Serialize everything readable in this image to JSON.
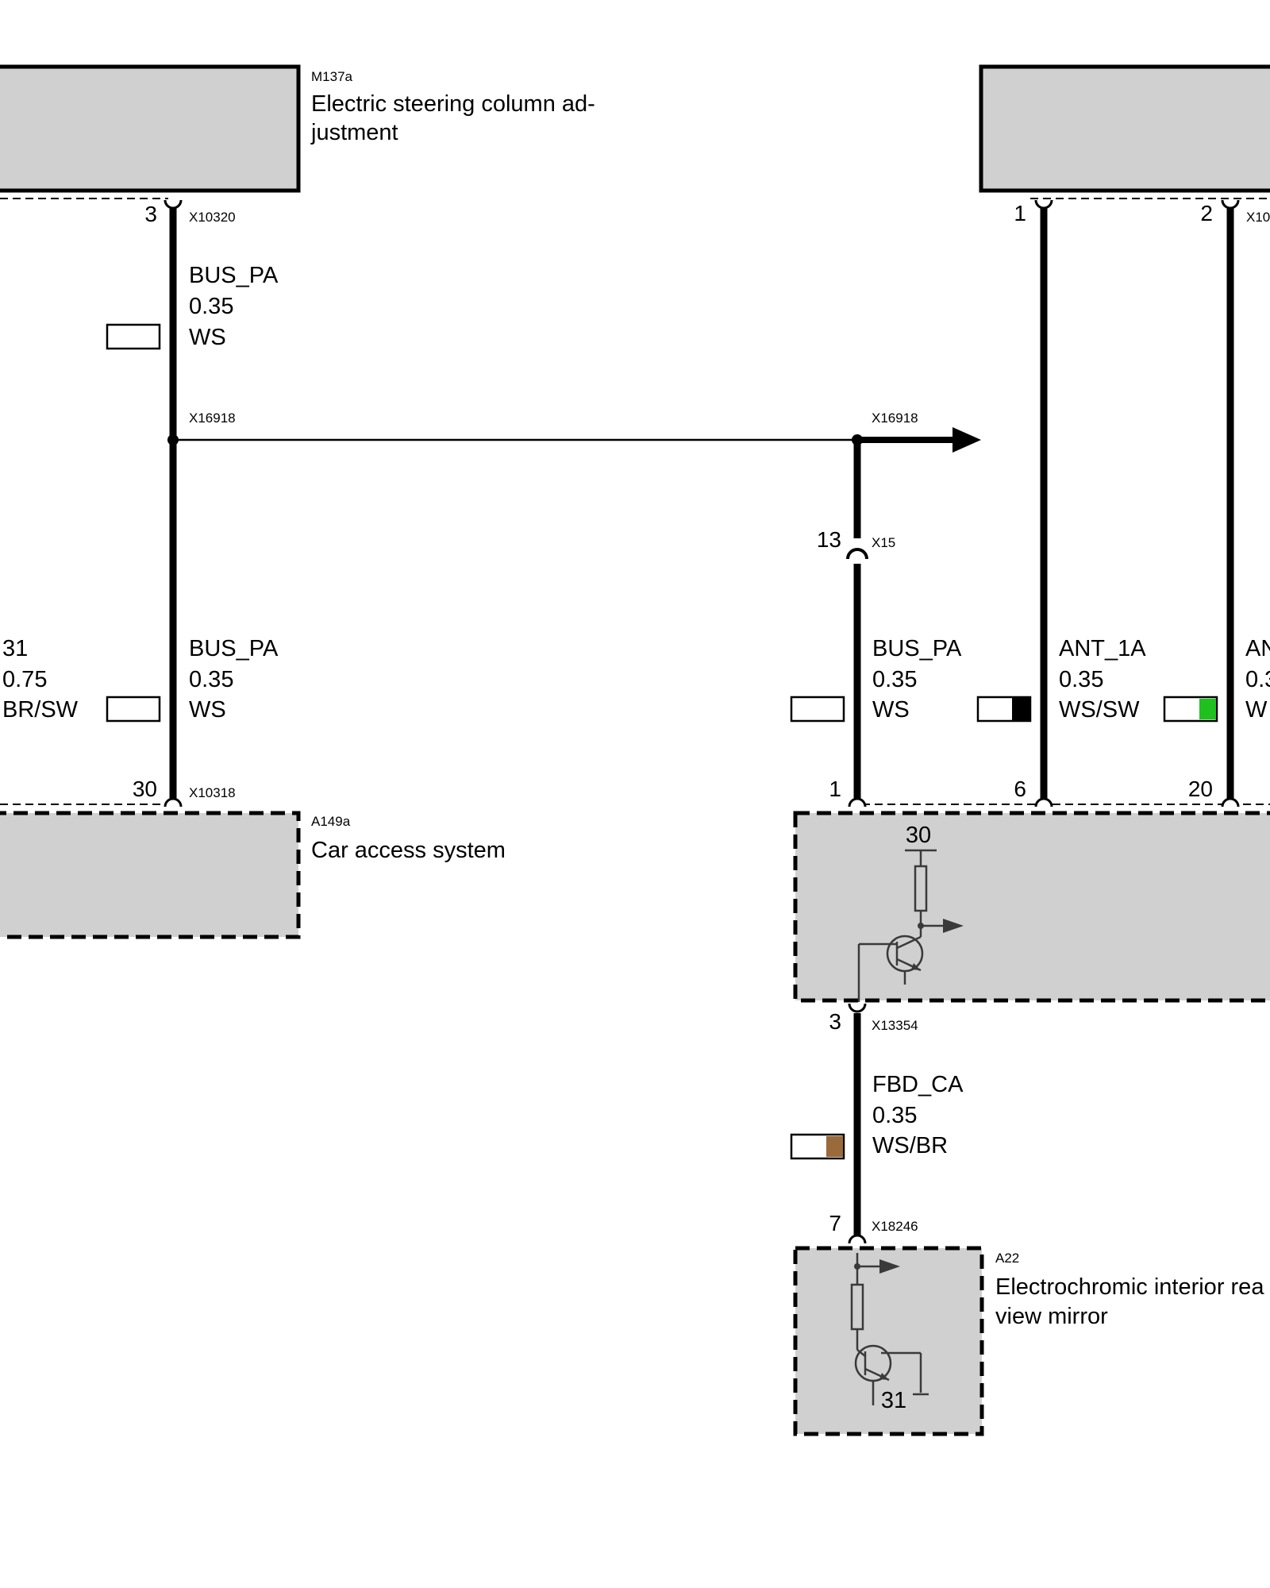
{
  "components": {
    "m137a": {
      "id": "M137a",
      "title_line1": "Electric steering column ad-",
      "title_line2": "justment"
    },
    "a149a": {
      "id": "A149a",
      "title": "Car access system"
    },
    "a22": {
      "id": "A22",
      "title_line1": "Electrochromic interior rea",
      "title_line2": "view mirror"
    }
  },
  "connectors": {
    "x10320": "X10320",
    "x10318": "X10318",
    "x16918_left": "X16918",
    "x16918_right": "X16918",
    "x15": "X15",
    "x10_partial": "X10",
    "x13354": "X13354",
    "x18246": "X18246"
  },
  "pins": {
    "m137a_pin": "3",
    "a149a_pin": "30",
    "x15_pin": "13",
    "mid_pin_bus": "1",
    "mid_pin_ant": "6",
    "mid_pin_ant2": "20",
    "top_right_pin1": "1",
    "top_right_pin2": "2",
    "x13354_pin": "3",
    "x18246_pin": "7",
    "internal_30": "30",
    "internal_31": "31"
  },
  "wires": {
    "w_top_left": {
      "signal": "BUS_PA",
      "size": "0.35",
      "color": "WS"
    },
    "w_bottom_left": {
      "signal": "BUS_PA",
      "size": "0.35",
      "color": "WS"
    },
    "w_ground_left": {
      "signal": "31",
      "size": "0.75",
      "color": "BR/SW"
    },
    "w_bus_right": {
      "signal": "BUS_PA",
      "size": "0.35",
      "color": "WS"
    },
    "w_ant": {
      "signal": "ANT_1A",
      "size": "0.35",
      "color": "WS/SW"
    },
    "w_ant2": {
      "signal": "AN",
      "size": "0.3",
      "color": "W"
    },
    "w_fbd": {
      "signal": "FBD_CA",
      "size": "0.35",
      "color": "WS/BR"
    }
  },
  "wire_colors": {
    "ws": "#ffffff",
    "sw": "#000000",
    "gn": "#1fc11f",
    "br": "#9a6a3a"
  }
}
